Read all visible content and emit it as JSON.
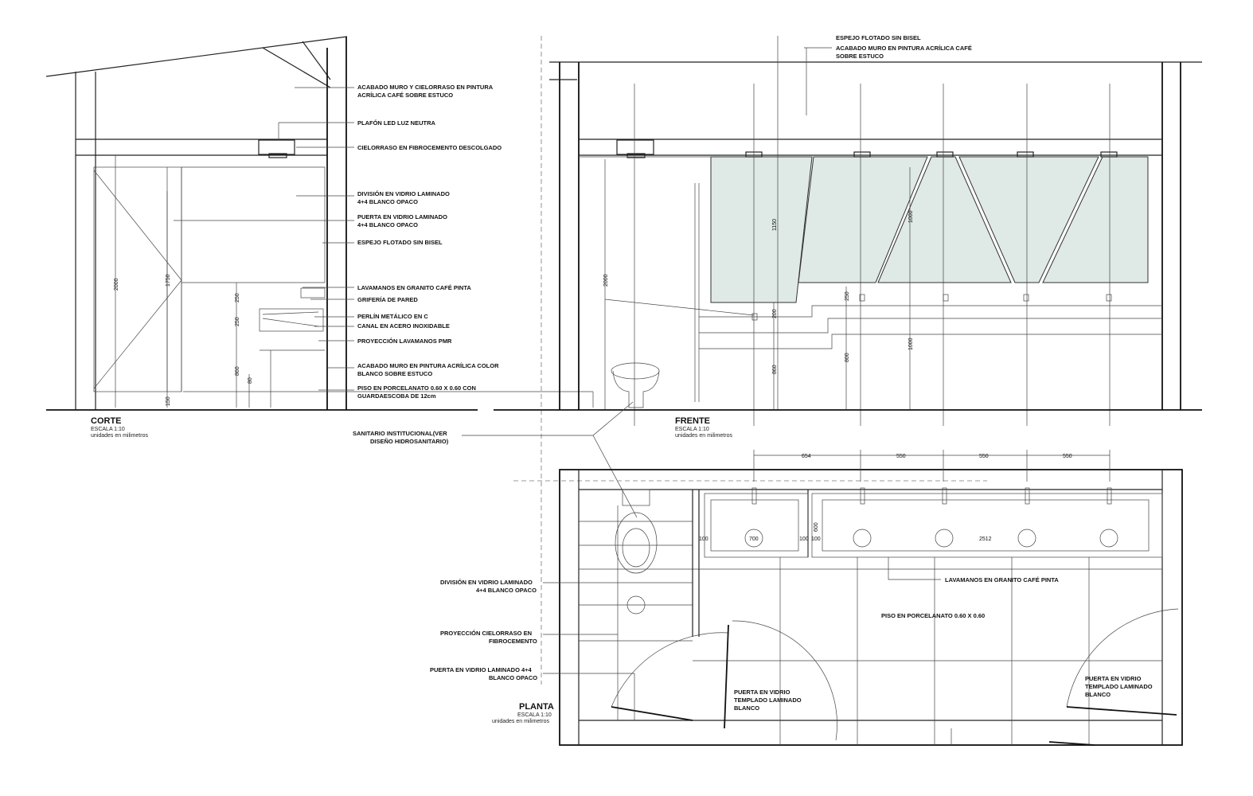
{
  "corte": {
    "title": "CORTE",
    "scale": "ESCALA 1:10",
    "units": "unidades en milimetros",
    "labels": [
      "ACABADO MURO Y CIELORRASO EN PINTURA",
      "ACRÍLICA CAFÉ SOBRE ESTUCO",
      "PLAFÓN LED LUZ NEUTRA",
      "CIELORRASO EN FIBROCEMENTO DESCOLGADO",
      "DIVISIÓN EN VIDRIO LAMINADO",
      "4+4 BLANCO OPACO",
      "PUERTA EN VIDRIO LAMINADO",
      "4+4 BLANCO OPACO",
      "ESPEJO FLOTADO SIN BISEL",
      "LAVAMANOS EN GRANITO CAFÉ PINTA",
      "GRIFERÍA DE PARED",
      "PERLÍN METÁLICO EN C",
      "CANAL EN ACERO INOXIDABLE",
      "PROYECCIÓN LAVAMANOS PMR",
      "ACABADO MURO EN PINTURA ACRÍLICA COLOR",
      "BLANCO SOBRE ESTUCO",
      "PISO EN PORCELANATO 0.60 X 0.60 CON",
      "GUARDAESCOBA DE 12cm"
    ],
    "dims": [
      "2000",
      "1750",
      "250",
      "250",
      "860",
      "80",
      "150"
    ]
  },
  "frente": {
    "title": "FRENTE",
    "scale": "ESCALA 1:10",
    "units": "unidades en milimetros",
    "labels": [
      "ESPEJO FLOTADO SIN BISEL",
      "ACABADO MURO EN PINTURA ACRÍLICA CAFÉ",
      "SOBRE ESTUCO"
    ],
    "dims": [
      "2000",
      "1150",
      "1000",
      "200",
      "860",
      "250",
      "800",
      "1000"
    ]
  },
  "sanitario": {
    "labels": [
      "SANITARIO INSTITUCIONAL(VER",
      "DISEÑO HIDROSANITARIO)"
    ]
  },
  "planta": {
    "title": "PLANTA",
    "scale": "ESCALA 1:10",
    "units": "unidades en milimetros",
    "labels": [
      "DIVISIÓN EN VIDRIO LAMINADO",
      "4+4 BLANCO OPACO",
      "PROYECCIÓN CIELORRASO EN",
      "FIBROCEMENTO",
      "PUERTA EN VIDRIO LAMINADO 4+4",
      "BLANCO OPACO",
      "PUERTA EN VIDRIO",
      "TEMPLADO LAMINADO",
      "BLANCO",
      "LAVAMANOS EN GRANITO CAFÉ PINTA",
      "PISO EN PORCELANATO 0.60 X 0.60",
      "PUERTA EN VIDRIO",
      "TEMPLADO LAMINADO",
      "BLANCO"
    ],
    "dims": [
      "654",
      "550",
      "550",
      "550",
      "100",
      "700",
      "100",
      "100",
      "2512",
      "600"
    ]
  },
  "colors": {
    "glass": "#dfe9e6",
    "line": "#222222"
  }
}
